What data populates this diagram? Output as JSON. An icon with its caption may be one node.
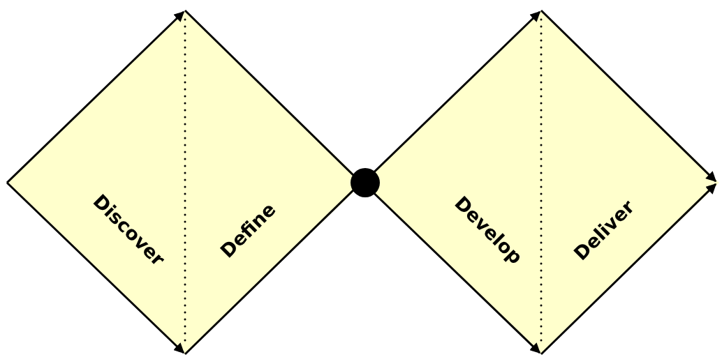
{
  "diagram": {
    "nodes": [
      {
        "text": [
          "Discover"
        ]
      },
      {
        "text": [
          "Define"
        ]
      },
      {
        "text": [],
        "shape": "circle"
      },
      {
        "text": [
          "Develop"
        ]
      },
      {
        "text": [
          "Deliver"
        ]
      }
    ]
  }
}
